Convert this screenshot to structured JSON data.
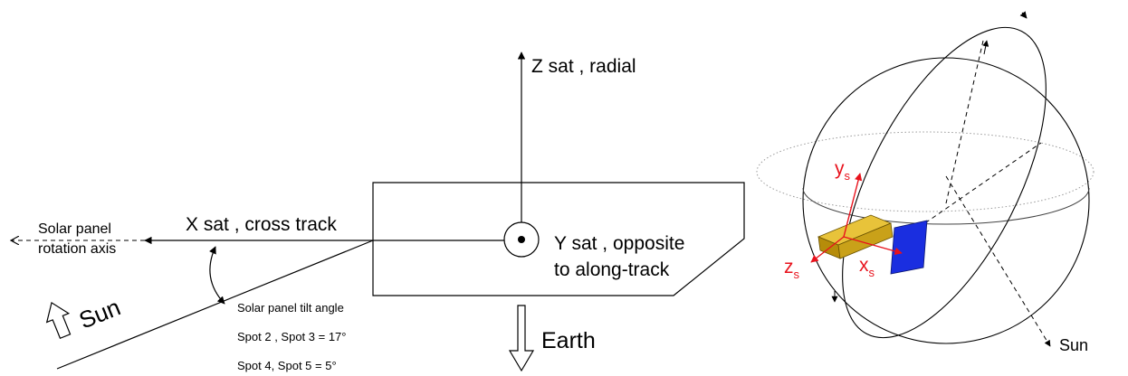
{
  "left_diagram": {
    "z_axis_label": "Z sat , radial",
    "x_axis_label": "X sat , cross track",
    "y_axis_label_line1": "Y sat , opposite",
    "y_axis_label_line2": "to along-track",
    "solar_axis_line1": "Solar panel",
    "solar_axis_line2": "rotation axis",
    "sun_label": "Sun",
    "tilt_title": "Solar panel tilt angle",
    "tilt_value_1": "Spot 2 , Spot 3 = 17°",
    "tilt_value_2": "Spot 4, Spot 5  = 5°",
    "earth_label": "Earth"
  },
  "right_diagram": {
    "axis_y": "y",
    "axis_z": "z",
    "axis_x": "x",
    "subscript": "s",
    "sun_label": "Sun"
  },
  "colors": {
    "axis_red": "#e8121c",
    "bus_gold": "#c8a010",
    "panel_blue": "#1a2ee0"
  }
}
